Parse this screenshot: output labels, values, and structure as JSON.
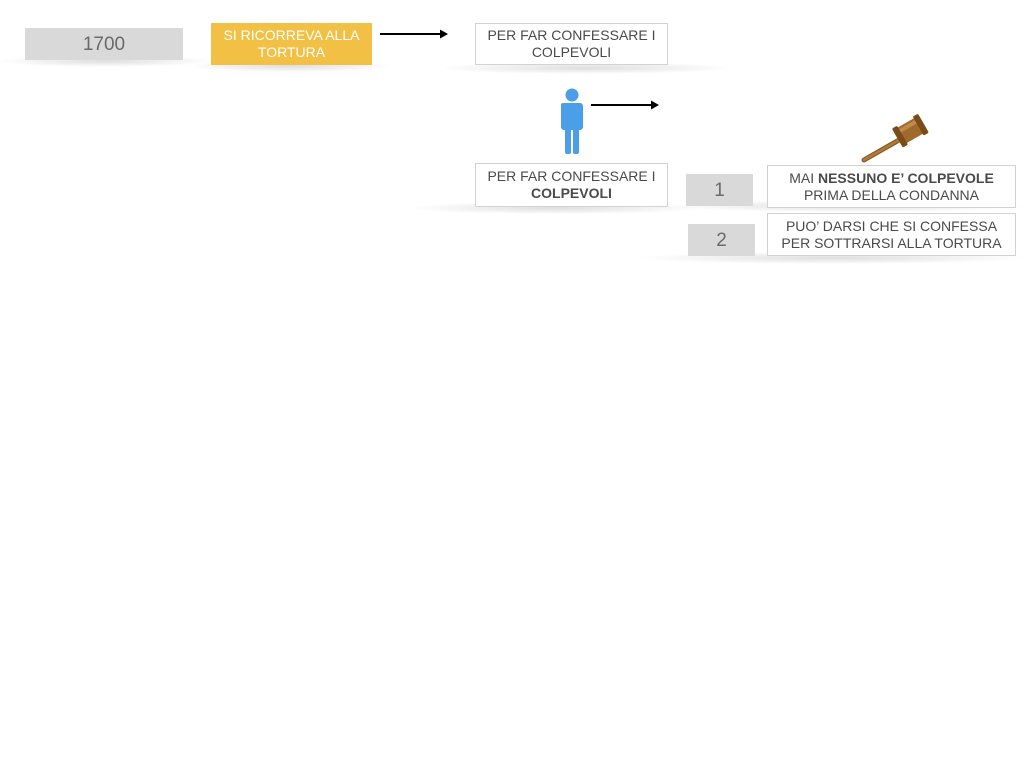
{
  "row1": {
    "year": "1700",
    "torture": "SI RICORREVA ALLA TORTURA",
    "purpose": "PER FAR CONFESSARE I COLPEVOLI"
  },
  "row2": {
    "purpose_prefix": "PER FAR CONFESSARE I",
    "purpose_bold": "COLPEVOLI"
  },
  "points": [
    {
      "number": "1",
      "prefix": "MAI ",
      "bold": "NESSUNO E’ COLPEVOLE",
      "suffix": "PRIMA DELLA CONDANNA"
    },
    {
      "number": "2",
      "text": "PUO’ DARSI CHE SI CONFESSA PER SOTTRARSI ALLA TORTURA"
    }
  ],
  "icons": {
    "person": "person-icon",
    "gavel": "gavel-icon",
    "arrow": "arrow-right-icon"
  },
  "colors": {
    "yellow": "#f2c044",
    "gray": "#d9d9d9",
    "person": "#4a9fe8",
    "gavel": "#a06a2c"
  }
}
